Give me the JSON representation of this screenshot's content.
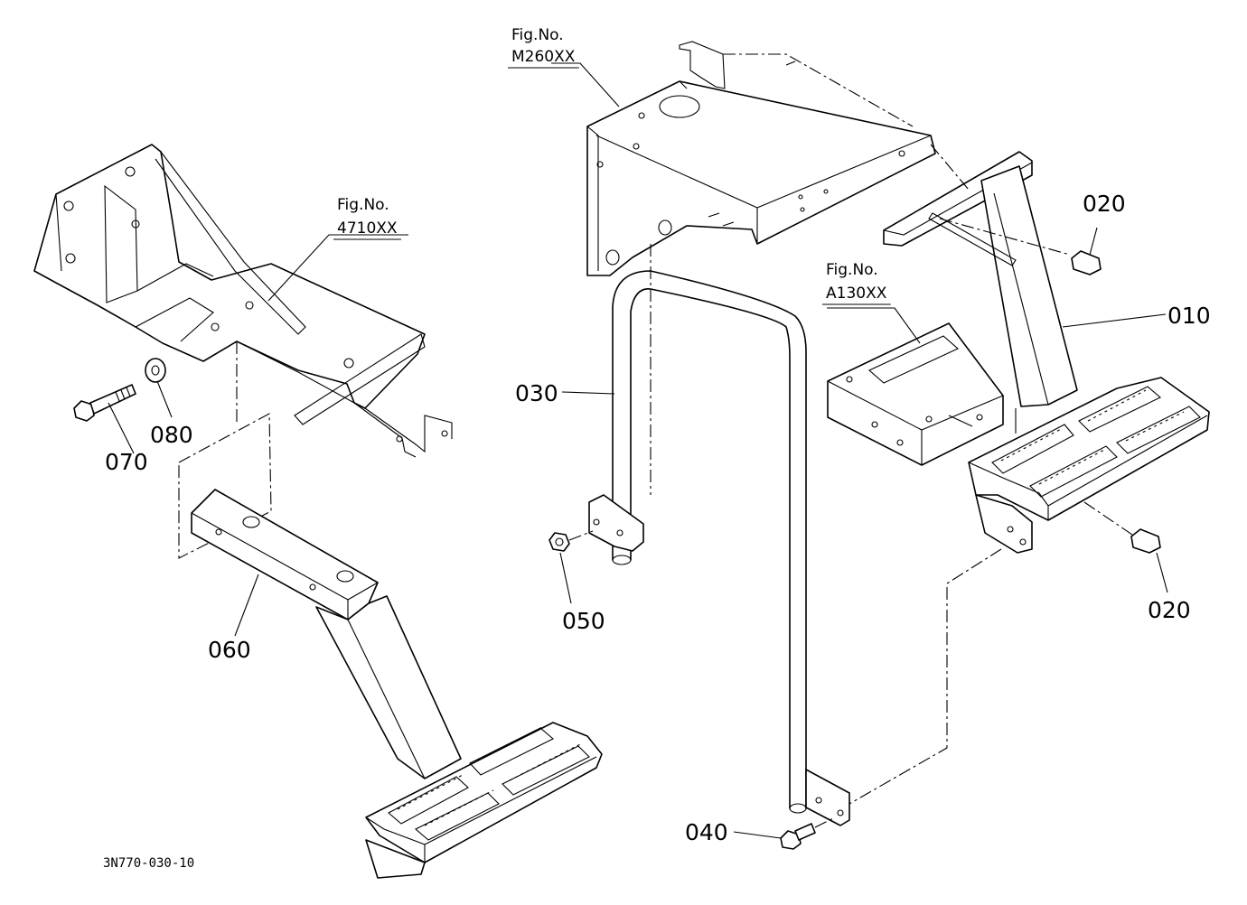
{
  "figure_refs": [
    {
      "id": "M260",
      "line1": "Fig.No.",
      "line2": "M260XX"
    },
    {
      "id": "4710",
      "line1": "Fig.No.",
      "line2": "4710XX"
    },
    {
      "id": "A130",
      "line1": "Fig.No.",
      "line2": "A130XX"
    }
  ],
  "part_labels": {
    "p010": "010",
    "p020a": "020",
    "p020b": "020",
    "p030": "030",
    "p040": "040",
    "p050": "050",
    "p060": "060",
    "p070": "070",
    "p080": "080"
  },
  "drawing_code": "3N770-030-10"
}
